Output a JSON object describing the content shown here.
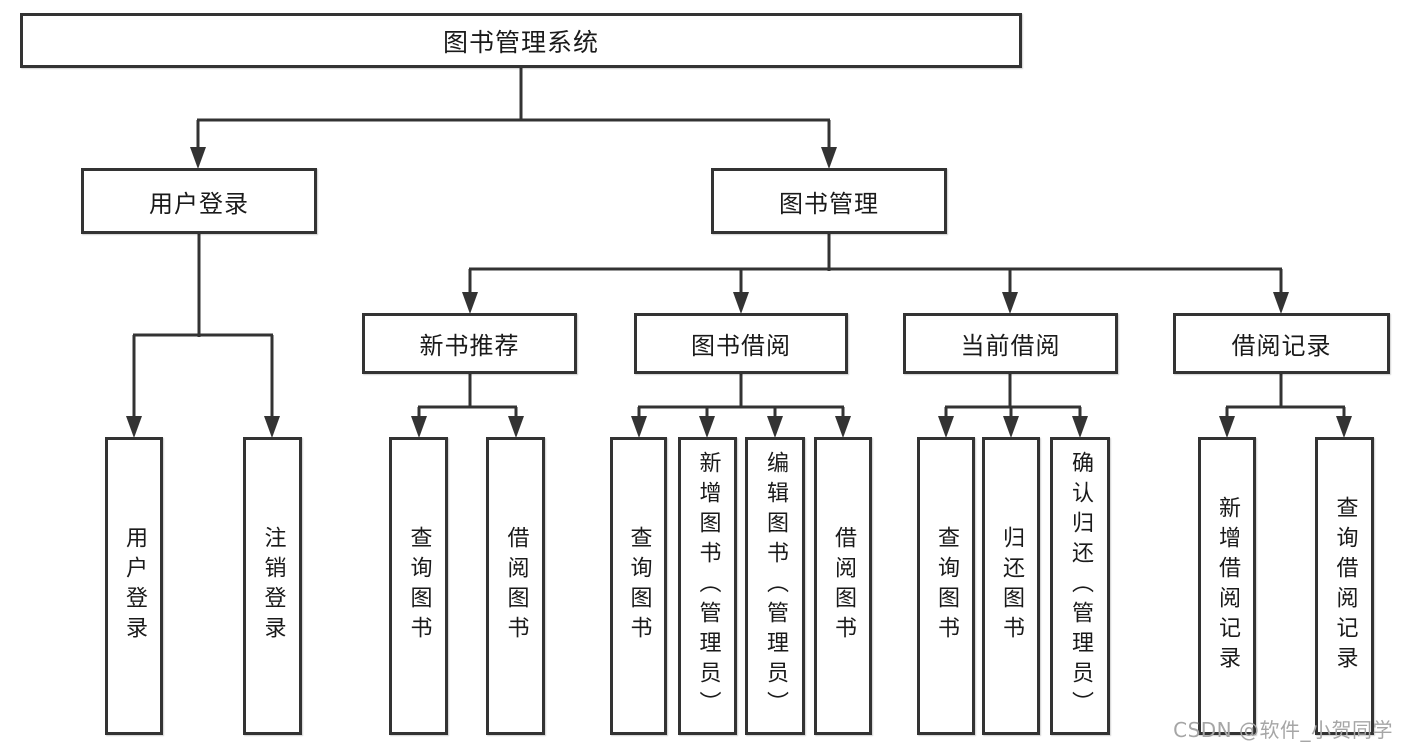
{
  "diagram": {
    "type": "tree",
    "title": "图书管理系统",
    "root": {
      "label": "图书管理系统"
    },
    "level2": [
      {
        "label": "用户登录",
        "parent": "图书管理系统"
      },
      {
        "label": "图书管理",
        "parent": "图书管理系统"
      }
    ],
    "level3": [
      {
        "label": "新书推荐",
        "parent": "图书管理"
      },
      {
        "label": "图书借阅",
        "parent": "图书管理"
      },
      {
        "label": "当前借阅",
        "parent": "图书管理"
      },
      {
        "label": "借阅记录",
        "parent": "图书管理"
      }
    ],
    "leaves": [
      {
        "label": "用户登录",
        "parent": "用户登录"
      },
      {
        "label": "注销登录",
        "parent": "用户登录"
      },
      {
        "label": "查询图书",
        "parent": "新书推荐"
      },
      {
        "label": "借阅图书",
        "parent": "新书推荐"
      },
      {
        "label": "查询图书",
        "parent": "图书借阅"
      },
      {
        "label": "新增图书（管理员）",
        "parent": "图书借阅"
      },
      {
        "label": "编辑图书（管理员）",
        "parent": "图书借阅"
      },
      {
        "label": "借阅图书",
        "parent": "图书借阅"
      },
      {
        "label": "查询图书",
        "parent": "当前借阅"
      },
      {
        "label": "归还图书",
        "parent": "当前借阅"
      },
      {
        "label": "确认归还（管理员）",
        "parent": "当前借阅"
      },
      {
        "label": "新增借阅记录",
        "parent": "借阅记录"
      },
      {
        "label": "查询借阅记录",
        "parent": "借阅记录"
      }
    ],
    "watermark": "CSDN @软件_小贺同学",
    "colors": {
      "line": "#333333",
      "border": "#333333",
      "text": "#1a1a1a",
      "watermark": "#a6a6a6",
      "background": "#ffffff"
    }
  }
}
